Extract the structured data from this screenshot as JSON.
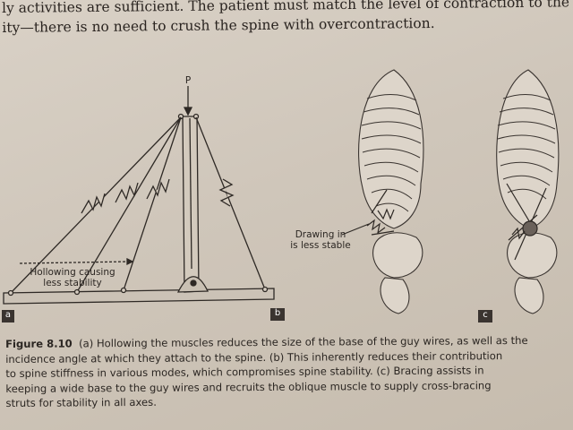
{
  "body_text": {
    "line1": "ly activities are sufficient. The patient must match the level of contraction to the needed sta-",
    "line2": "ity—there is no need to crush the spine with overcontraction."
  },
  "figure": {
    "load_label": "P",
    "hollowing_label_1": "Hollowing causing",
    "hollowing_label_2": "less stability",
    "drawing_label_1": "Drawing in",
    "drawing_label_2": "is less stable",
    "panel_a": "a",
    "panel_b": "b",
    "panel_c": "c"
  },
  "caption": {
    "number": "Figure 8.10",
    "line1": "(a) Hollowing the muscles reduces the size of the base of the guy wires, as well as the",
    "line2": "incidence angle at which they attach to the spine. (b) This inherently reduces their contribution",
    "line3": "to spine stiffness in various modes, which compromises spine stability. (c) Bracing assists in",
    "line4": "keeping a wide base to the guy wires and recruits the oblique muscle to supply cross-bracing",
    "line5": "struts for stability in all axes."
  }
}
